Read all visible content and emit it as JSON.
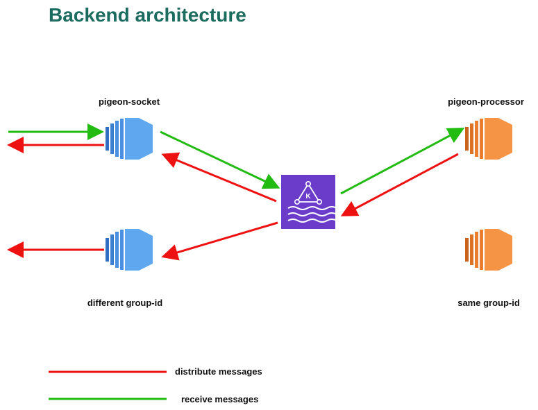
{
  "title": "Backend architecture",
  "nodes": {
    "socket_top_label": "pigeon-socket",
    "socket_bottom_label": "different group-id",
    "processor_top_label": "pigeon-processor",
    "processor_bottom_label": "same group-id",
    "kafka_letter": "K"
  },
  "legend": {
    "red_label": "distribute messages",
    "green_label": "receive messages"
  },
  "colors": {
    "title": "#1b6b5f",
    "red": "#ee1111",
    "green": "#22bb11",
    "socket_blue": "#4a90e2",
    "processor_orange": "#f08a3a",
    "kafka_purple": "#6a3cc9"
  }
}
